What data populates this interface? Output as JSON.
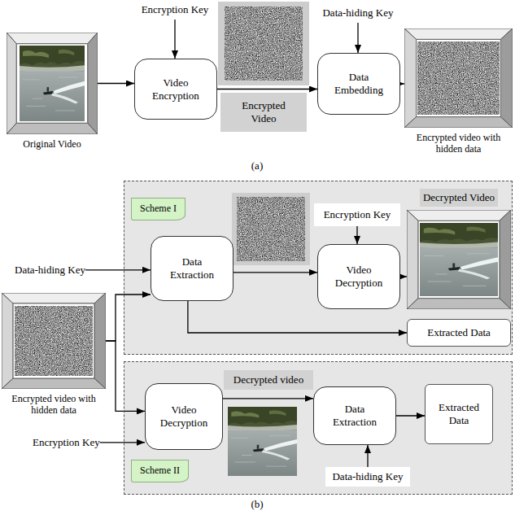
{
  "diagram": {
    "nodes": [
      {
        "text": [
          "Encryption Key"
        ]
      },
      {
        "text": [
          "Data-hiding Key"
        ]
      },
      {
        "text": [
          "Original Video"
        ]
      },
      {
        "text": [
          "Video Encryption"
        ]
      },
      {
        "text": [
          "Encrypted Video"
        ]
      },
      {
        "text": [
          "Data Embedding"
        ]
      },
      {
        "text": [
          "Encrypted video with hidden data"
        ]
      },
      {
        "text": [
          "Scheme I"
        ]
      },
      {
        "text": [
          "Encryption Key"
        ],
        "in": 7
      },
      {
        "text": [
          "Decrypted Video"
        ],
        "in": 7
      },
      {
        "text": [
          "Data Extraction"
        ],
        "in": 7
      },
      {
        "text": [
          "Video Decryption"
        ],
        "in": 7
      },
      {
        "text": [
          "Extracted Data"
        ],
        "in": 7
      },
      {
        "text": [
          "Data-hiding Key"
        ]
      },
      {
        "text": [
          "Encrypted video with hidden data"
        ]
      },
      {
        "text": [
          "Scheme II"
        ]
      },
      {
        "text": [
          "Decrypted video"
        ],
        "in": 15
      },
      {
        "text": [
          "Video Decryption"
        ],
        "in": 15
      },
      {
        "text": [
          "Data Extraction"
        ],
        "in": 15
      },
      {
        "text": [
          "Extracted Data"
        ],
        "in": 15
      },
      {
        "text": [
          "Data-hiding Key"
        ],
        "in": 15
      },
      {
        "text": [
          "Encryption Key"
        ]
      }
    ],
    "edges": [
      {
        "from": 0,
        "to": 3,
        "arrow": "to"
      },
      {
        "from": 1,
        "to": 5,
        "arrow": "to"
      },
      {
        "from": 2,
        "to": 3,
        "arrow": "to"
      },
      {
        "from": 3,
        "to": 5,
        "arrow": "to"
      },
      {
        "from": 5,
        "to": 6,
        "arrow": "to"
      },
      {
        "from": 13,
        "to": 10,
        "arrow": "to"
      },
      {
        "from": 14,
        "to": 10,
        "arrow": "to"
      },
      {
        "from": 14,
        "to": 17,
        "arrow": "to"
      },
      {
        "from": 10,
        "to": 11,
        "arrow": "to"
      },
      {
        "from": 8,
        "to": 11,
        "arrow": "to"
      },
      {
        "from": 11,
        "to": 9,
        "arrow": "to"
      },
      {
        "from": 10,
        "to": 12,
        "arrow": "to"
      },
      {
        "from": 21,
        "to": 17,
        "arrow": "to"
      },
      {
        "from": 17,
        "to": 18,
        "arrow": "to"
      },
      {
        "from": 20,
        "to": 18,
        "arrow": "to"
      },
      {
        "from": 18,
        "to": 19,
        "arrow": "to"
      }
    ],
    "labels": [
      "(a)",
      "(b)"
    ]
  }
}
